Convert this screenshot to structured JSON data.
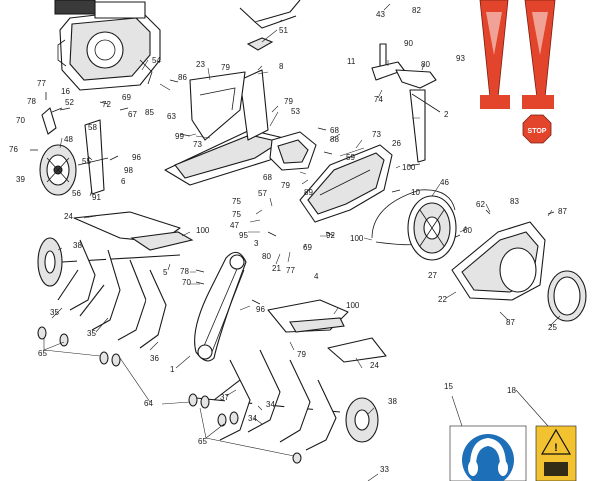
{
  "diagram": {
    "callouts": [
      {
        "id": "c43",
        "text": "43"
      },
      {
        "id": "c82",
        "text": "82"
      },
      {
        "id": "c51",
        "text": "51"
      },
      {
        "id": "c90",
        "text": "90"
      },
      {
        "id": "c11",
        "text": "11"
      },
      {
        "id": "c80a",
        "text": "80"
      },
      {
        "id": "c93",
        "text": "93"
      },
      {
        "id": "c74",
        "text": "74"
      },
      {
        "id": "c2",
        "text": "2"
      },
      {
        "id": "c54",
        "text": "54"
      },
      {
        "id": "c86",
        "text": "86"
      },
      {
        "id": "c23",
        "text": "23"
      },
      {
        "id": "c79a",
        "text": "79"
      },
      {
        "id": "c8",
        "text": "8"
      },
      {
        "id": "c77",
        "text": "77"
      },
      {
        "id": "c16",
        "text": "16"
      },
      {
        "id": "c78a",
        "text": "78"
      },
      {
        "id": "c52",
        "text": "52"
      },
      {
        "id": "c70a",
        "text": "70"
      },
      {
        "id": "c72",
        "text": "72"
      },
      {
        "id": "c69",
        "text": "69"
      },
      {
        "id": "c67",
        "text": "67"
      },
      {
        "id": "c85",
        "text": "85"
      },
      {
        "id": "c63",
        "text": "63"
      },
      {
        "id": "c79b",
        "text": "79"
      },
      {
        "id": "c53",
        "text": "53"
      },
      {
        "id": "c58",
        "text": "58"
      },
      {
        "id": "c99",
        "text": "99"
      },
      {
        "id": "c73a",
        "text": "73"
      },
      {
        "id": "c48",
        "text": "48"
      },
      {
        "id": "c76",
        "text": "76"
      },
      {
        "id": "c55",
        "text": "55"
      },
      {
        "id": "c96",
        "text": "96"
      },
      {
        "id": "c98",
        "text": "98"
      },
      {
        "id": "c39",
        "text": "39"
      },
      {
        "id": "c6",
        "text": "6"
      },
      {
        "id": "c56",
        "text": "56"
      },
      {
        "id": "c91",
        "text": "91"
      },
      {
        "id": "c68",
        "text": "68"
      },
      {
        "id": "c88",
        "text": "88"
      },
      {
        "id": "c73b",
        "text": "73"
      },
      {
        "id": "c26",
        "text": "26"
      },
      {
        "id": "c59",
        "text": "59"
      },
      {
        "id": "c100a",
        "text": "100"
      },
      {
        "id": "c68b",
        "text": "68"
      },
      {
        "id": "c79c",
        "text": "79"
      },
      {
        "id": "c89",
        "text": "89"
      },
      {
        "id": "c46",
        "text": "46"
      },
      {
        "id": "c10",
        "text": "10"
      },
      {
        "id": "c83",
        "text": "83"
      },
      {
        "id": "c62",
        "text": "62"
      },
      {
        "id": "c87a",
        "text": "87"
      },
      {
        "id": "c24a",
        "text": "24"
      },
      {
        "id": "c100b",
        "text": "100"
      },
      {
        "id": "c57",
        "text": "57"
      },
      {
        "id": "c75a",
        "text": "75"
      },
      {
        "id": "c75b",
        "text": "75"
      },
      {
        "id": "c47",
        "text": "47"
      },
      {
        "id": "c95",
        "text": "95"
      },
      {
        "id": "c3",
        "text": "3"
      },
      {
        "id": "c92",
        "text": "92"
      },
      {
        "id": "c100c",
        "text": "100"
      },
      {
        "id": "c60",
        "text": "60"
      },
      {
        "id": "c38a",
        "text": "38"
      },
      {
        "id": "c5",
        "text": "5"
      },
      {
        "id": "c80b",
        "text": "80"
      },
      {
        "id": "c21",
        "text": "21"
      },
      {
        "id": "c77b",
        "text": "77"
      },
      {
        "id": "c69b",
        "text": "69"
      },
      {
        "id": "c27",
        "text": "27"
      },
      {
        "id": "c78b",
        "text": "78"
      },
      {
        "id": "c70b",
        "text": "70"
      },
      {
        "id": "c22",
        "text": "22"
      },
      {
        "id": "c4",
        "text": "4"
      },
      {
        "id": "c87b",
        "text": "87"
      },
      {
        "id": "c25",
        "text": "25"
      },
      {
        "id": "c35a",
        "text": "35"
      },
      {
        "id": "c35b",
        "text": "35"
      },
      {
        "id": "c96b",
        "text": "96"
      },
      {
        "id": "c100d",
        "text": "100"
      },
      {
        "id": "c65a",
        "text": "65"
      },
      {
        "id": "c36",
        "text": "36"
      },
      {
        "id": "c1",
        "text": "1"
      },
      {
        "id": "c79d",
        "text": "79"
      },
      {
        "id": "c24b",
        "text": "24"
      },
      {
        "id": "c64",
        "text": "64"
      },
      {
        "id": "c37",
        "text": "37"
      },
      {
        "id": "c34a",
        "text": "34"
      },
      {
        "id": "c34b",
        "text": "34"
      },
      {
        "id": "c38b",
        "text": "38"
      },
      {
        "id": "c65b",
        "text": "65"
      },
      {
        "id": "c15",
        "text": "15"
      },
      {
        "id": "c18",
        "text": "18"
      },
      {
        "id": "c33",
        "text": "33"
      }
    ],
    "labels": {
      "stop": "STOP"
    },
    "colors": {
      "warning_red": "#e2452c",
      "mandatory_blue": "#1d6fb8",
      "caution_yellow": "#f2c230"
    }
  }
}
